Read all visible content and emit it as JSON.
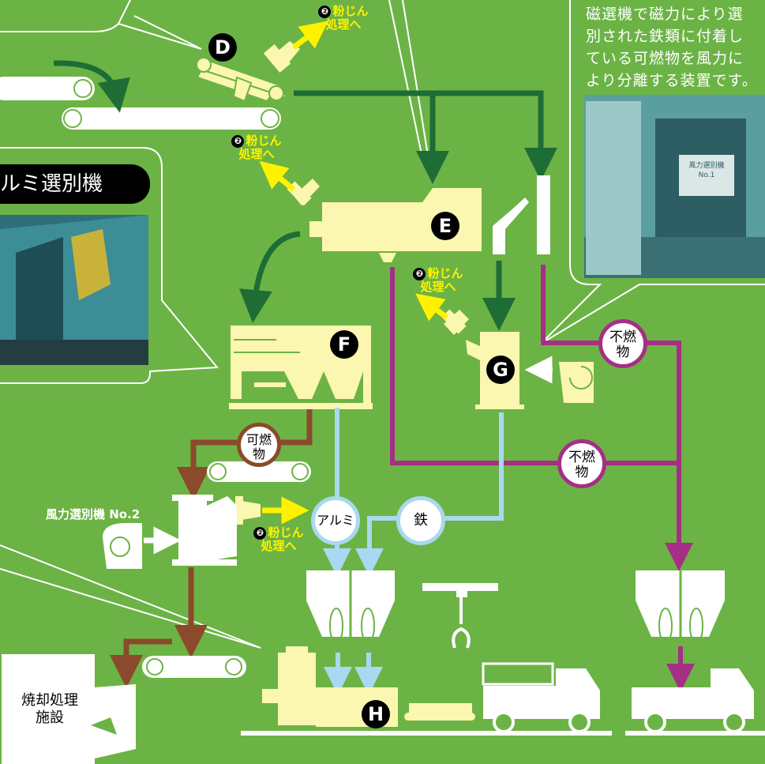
{
  "markers": {
    "d": "D",
    "e": "E",
    "f": "F",
    "g": "G",
    "h": "H"
  },
  "dust": {
    "num": "❷",
    "top": [
      "粉じん",
      "処理へ"
    ],
    "left": [
      "粉じん",
      "処理へ"
    ],
    "mid": [
      "粉じん",
      "処理へ"
    ],
    "bottom": [
      "粉じん",
      "処理へ"
    ]
  },
  "tags": {
    "combustible": [
      "可燃",
      "物"
    ],
    "noncombustible_1": [
      "不燃",
      "物"
    ],
    "noncombustible_2": [
      "不燃",
      "物"
    ],
    "aluminum": "アルミ",
    "iron": "鉄"
  },
  "separator_label": "風力選別機 No.2",
  "incinerator_label": [
    "焼却処理",
    "施設"
  ],
  "aluminum_panel_title": "ルミ選別機",
  "magnetic_panel_text": [
    "磁選機で磁力により選",
    "別された鉄類に付着し",
    "ている可燃物を風力に",
    "より分離する装置です。"
  ],
  "photo_plate": [
    "風力選別機",
    "No.1"
  ],
  "colors": {
    "background": "#6cb345",
    "machine": "#fbf6b0",
    "flow_green": "#1e6d36",
    "flow_purple": "#a52f86",
    "flow_brown": "#8b4a2b",
    "flow_lightblue": "#a9d8f0",
    "dust_yellow": "#fff200"
  }
}
